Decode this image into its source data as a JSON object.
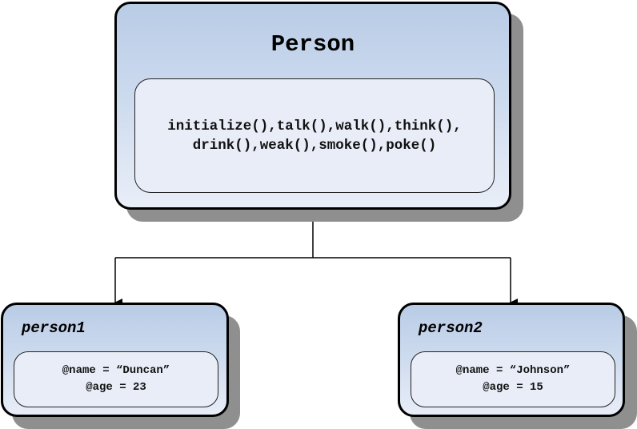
{
  "class_box": {
    "title": "Person",
    "methods_line1": "initialize(),talk(),walk(),think(),",
    "methods_line2": "drink(),weak(),smoke(),poke()"
  },
  "objects": [
    {
      "title": "person1",
      "attr_name": "@name = “Duncan”",
      "attr_age": "@age = 23"
    },
    {
      "title": "person2",
      "attr_name": "@name = “Johnson”",
      "attr_age": "@age = 15"
    }
  ]
}
